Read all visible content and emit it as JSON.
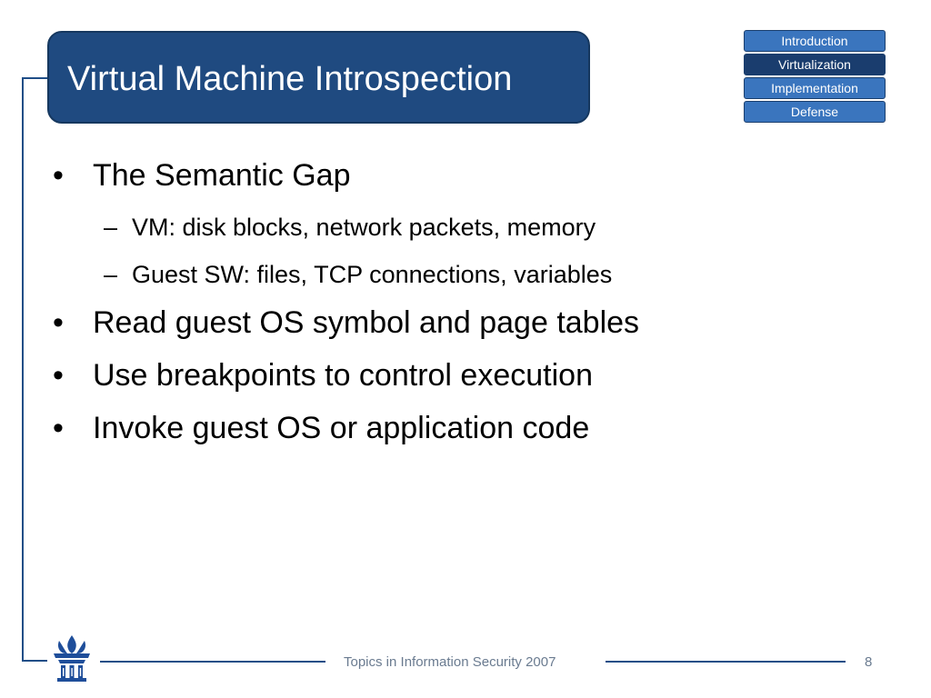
{
  "title": "Virtual Machine Introspection",
  "nav": {
    "items": [
      {
        "label": "Introduction",
        "active": false
      },
      {
        "label": "Virtualization",
        "active": true
      },
      {
        "label": "Implementation",
        "active": false
      },
      {
        "label": "Defense",
        "active": false
      }
    ]
  },
  "bullets": [
    {
      "level": 1,
      "marker": "•",
      "text": "The Semantic Gap"
    },
    {
      "level": 2,
      "marker": "–",
      "text": "VM: disk blocks, network packets, memory"
    },
    {
      "level": 2,
      "marker": "–",
      "text": "Guest SW: files, TCP connections, variables"
    },
    {
      "level": 1,
      "marker": "•",
      "text": "Read guest OS symbol and page tables"
    },
    {
      "level": 1,
      "marker": "•",
      "text": "Use breakpoints to control execution"
    },
    {
      "level": 1,
      "marker": "•",
      "text": "Invoke guest OS or application code"
    }
  ],
  "footer": {
    "text": "Topics in Information Security 2007",
    "page_number": "8"
  },
  "colors": {
    "brand_blue": "#1f4a80",
    "nav_blue": "#3a75be",
    "nav_active": "#1a3d6e",
    "footer_text": "#6a7b90"
  },
  "icons": {
    "logo": "university-emblem-icon"
  }
}
